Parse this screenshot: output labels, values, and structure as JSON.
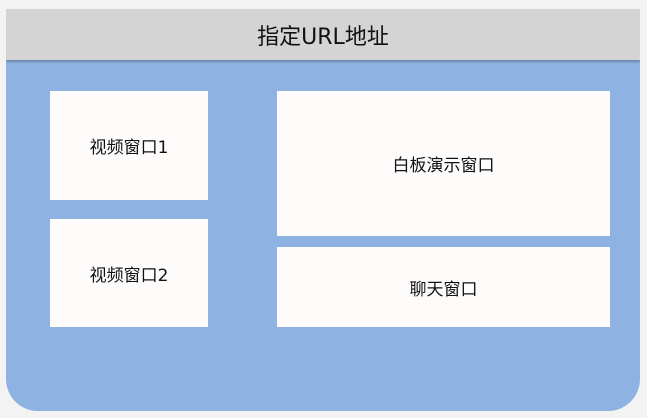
{
  "header": {
    "title": "指定URL地址"
  },
  "panels": {
    "video1": "视频窗口1",
    "video2": "视频窗口2",
    "whiteboard": "白板演示窗口",
    "chat": "聊天窗口"
  },
  "colors": {
    "header_bg": "#d4d4d4",
    "body_bg": "#8eb3e2",
    "panel_bg": "#fefcfb"
  }
}
